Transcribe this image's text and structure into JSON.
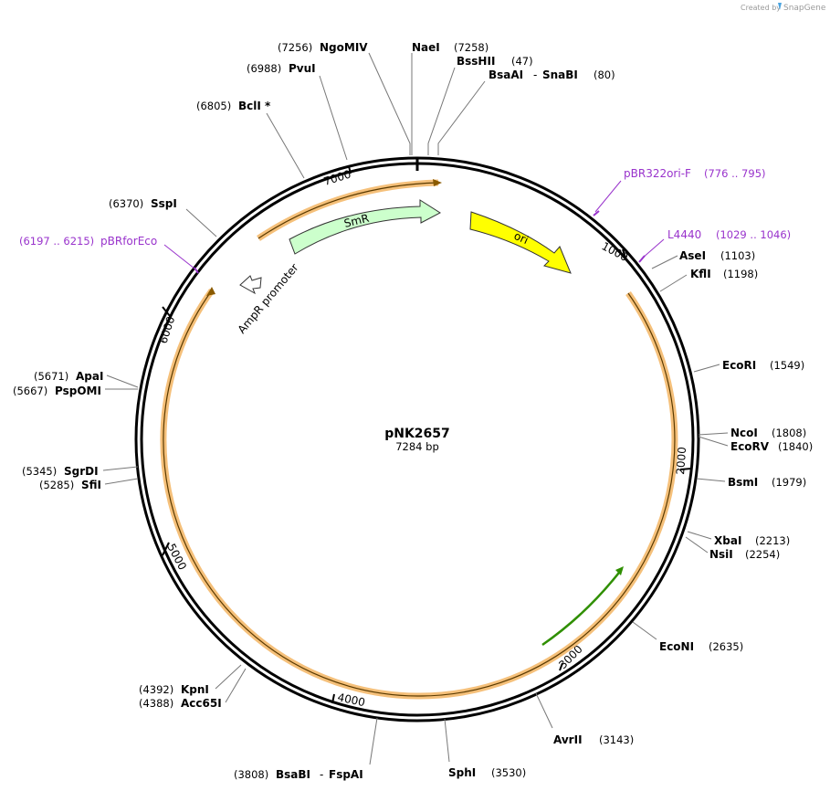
{
  "credit": {
    "text": "Created by",
    "brand": "SnapGene",
    "logo_icon": "snapgene-logo-icon"
  },
  "plasmid": {
    "name": "pNK2657",
    "length_label": "7284 bp",
    "length": 7284
  },
  "ticks": [
    "1000",
    "2000",
    "3000",
    "4000",
    "5000",
    "6000",
    "7000"
  ],
  "enzymes": [
    {
      "name": "NgoMIV",
      "pos": "(7256)"
    },
    {
      "name": "NaeI",
      "pos": "(7258)"
    },
    {
      "name": "BssHII",
      "pos": "(47)"
    },
    {
      "name": "BsaAI",
      "sep": "-",
      "name2": "SnaBI",
      "pos": "(80)"
    },
    {
      "name": "PvuI",
      "pos": "(6988)"
    },
    {
      "name": "BclI *",
      "pos": "(6805)"
    },
    {
      "name": "SspI",
      "pos": "(6370)"
    },
    {
      "name": "AseI",
      "pos": "(1103)"
    },
    {
      "name": "KflI",
      "pos": "(1198)"
    },
    {
      "name": "EcoRI",
      "pos": "(1549)"
    },
    {
      "name": "NcoI",
      "pos": "(1808)"
    },
    {
      "name": "EcoRV",
      "pos": "(1840)"
    },
    {
      "name": "BsmI",
      "pos": "(1979)"
    },
    {
      "name": "XbaI",
      "pos": "(2213)"
    },
    {
      "name": "NsiI",
      "pos": "(2254)"
    },
    {
      "name": "EcoNI",
      "pos": "(2635)"
    },
    {
      "name": "AvrII",
      "pos": "(3143)"
    },
    {
      "name": "SphI",
      "pos": "(3530)"
    },
    {
      "name": "BsaBI",
      "sep": "-",
      "name2": "FspAI",
      "pos": "(3808)"
    },
    {
      "name": "KpnI",
      "pos": "(4392)"
    },
    {
      "name": "Acc65I",
      "pos": "(4388)"
    },
    {
      "name": "SgrDI",
      "pos": "(5345)"
    },
    {
      "name": "SfiI",
      "pos": "(5285)"
    },
    {
      "name": "ApaI",
      "pos": "(5671)"
    },
    {
      "name": "PspOMI",
      "pos": "(5667)"
    }
  ],
  "primers": [
    {
      "name": "pBR322ori-F",
      "range": "(776 .. 795)"
    },
    {
      "name": "L4440",
      "range": "(1029 .. 1046)"
    },
    {
      "name": "pBRforEco",
      "range": "(6197 .. 6215)"
    }
  ],
  "features": [
    {
      "name": "SmR",
      "color": "#ccffcc"
    },
    {
      "name": "ori",
      "color": "#ffff00"
    },
    {
      "name": "AmpR promoter",
      "color": "#ffffff"
    }
  ],
  "colors": {
    "primer": "#9933cc",
    "orf": "#f5c07a",
    "orf_arrow": "#8a5a00",
    "green_arrow": "#2f8f00"
  }
}
